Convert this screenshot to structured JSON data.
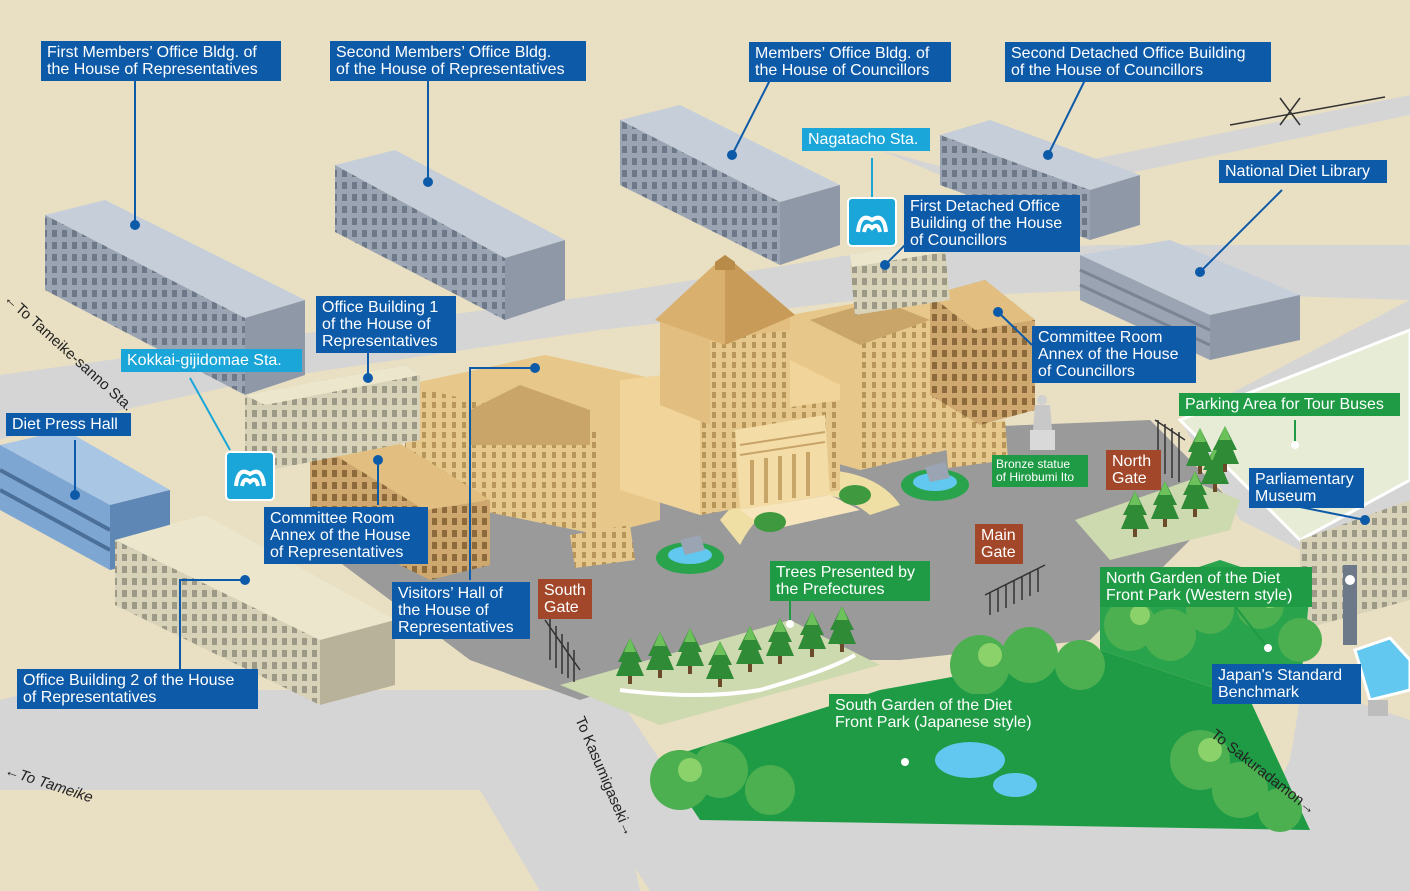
{
  "labels": {
    "first_members_office_hr": "First Members’ Office Bldg. of\nthe House of Representatives",
    "second_members_office_hr": "Second Members’ Office Bldg.\nof the House of Representatives",
    "members_office_hc": "Members’ Office Bldg. of\nthe House of Councillors",
    "second_detached_office_hc": "Second Detached Office Building\nof the House of Councillors",
    "nagatacho_sta": "Nagatacho Sta.",
    "national_diet_library": "National Diet Library",
    "first_detached_office_hc": "First Detached Office\nBuilding of the House\nof Councillors",
    "office_building_1_hr": "Office Building 1\nof the House of\nRepresentatives",
    "kokkai_gijidomae_sta": "Kokkai-gijidomae Sta.",
    "committee_room_annex_hc": "Committee Room\nAnnex of the House\nof Councillors",
    "diet_press_hall": "Diet Press Hall",
    "parking_area": "Parking Area for Tour Buses",
    "bronze_statue": "Bronze statue\nof Hirobumi Ito",
    "north_gate": "North\nGate",
    "parliamentary_museum": "Parliamentary\nMuseum",
    "committee_room_annex_hr": "Committee Room\nAnnex of the House\nof Representatives",
    "main_gate": "Main\nGate",
    "trees_presented": "Trees Presented by\nthe Prefectures",
    "north_garden": "North Garden of the Diet\nFront Park (Western style)",
    "visitors_hall": "Visitors’ Hall of\nthe House of\nRepresentatives",
    "south_gate": "South\nGate",
    "japans_standard_benchmark": "Japan's Standard\nBenchmark",
    "office_building_2_hr": "Office Building 2 of the House\nof Representatives",
    "south_garden": "South Garden of the Diet\nFront Park (Japanese style)"
  },
  "roads": {
    "to_tameike_sanno": "←To Tameike-sanno Sta.",
    "to_tameike": "←To Tameike",
    "to_kasumigaseki": "To Kasumigaseki→",
    "to_sakuradamon": "To Sakuradamon→"
  },
  "icons": {
    "metro": "tokyo-metro-icon"
  },
  "colors": {
    "label_blue": "#0d5aa8",
    "station_cyan": "#1aa6d8",
    "park_green": "#1f9b45",
    "gate_brown": "#a2472a",
    "ground": "#e9dfc2",
    "road": "#d5d5d5",
    "plaza": "#9a9a9a"
  }
}
